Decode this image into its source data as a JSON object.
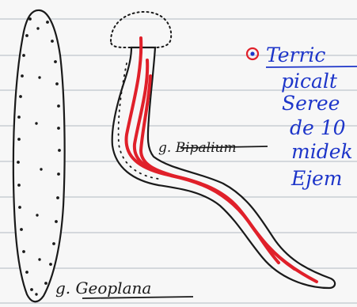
{
  "labels": {
    "geoplana": "g. Geoplana",
    "bipalium": "g. Bipalium"
  },
  "note_lines": [
    "Terric",
    "picalt",
    "Seree",
    "de 10",
    "midek",
    "Ejem"
  ],
  "colors": {
    "ink": "#1a1a1a",
    "blue_ink": "#1d35c9",
    "red_ink": "#e0202a",
    "paper": "#f7f7f7",
    "rule_line": "#bfc6cc"
  }
}
